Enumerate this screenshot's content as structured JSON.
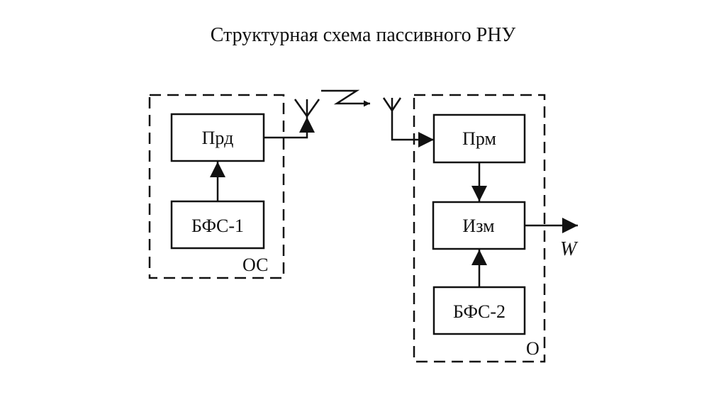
{
  "title": "Структурная схема пассивного РНУ",
  "groups": {
    "transmitter_side": {
      "label": "ОС"
    },
    "receiver_side": {
      "label": "О"
    }
  },
  "blocks": {
    "prd": "Прд",
    "bfs1": "БФС-1",
    "prm": "Прм",
    "izm": "Изм",
    "bfs2": "БФС-2"
  },
  "output_label": "W",
  "colors": {
    "line": "#111111",
    "background": "#ffffff"
  }
}
